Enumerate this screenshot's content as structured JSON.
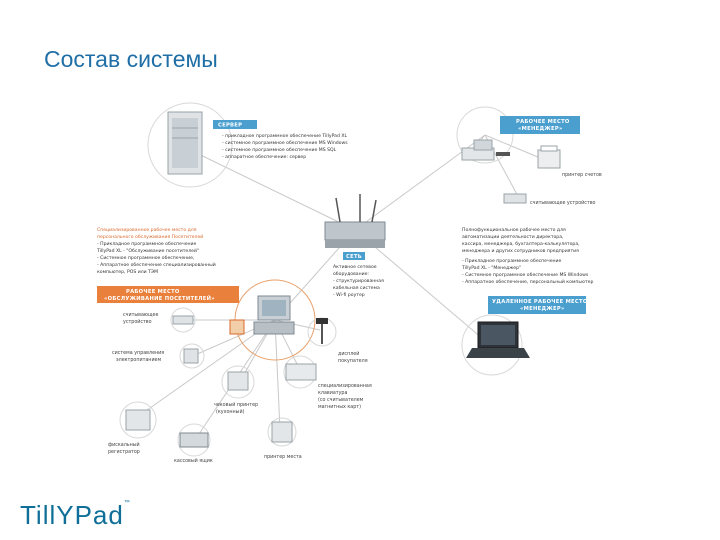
{
  "title": "Состав системы",
  "logo": "TillYPad",
  "logo_mark": "™",
  "colors": {
    "title": "#1f6fa6",
    "blue": "#4a9fcf",
    "orange": "#e9803c",
    "line": "#c9c9c9"
  },
  "server": {
    "tag": "СЕРВЕР",
    "lines": [
      "- прикладное программное обеспечение TillyPad XL",
      "- системное программное обеспечение MS Windows",
      "- системное программное обеспечение MS SQL",
      "- аппаратное обеспечение: сервер"
    ]
  },
  "manager": {
    "tag1": "РАБОЧЕЕ МЕСТО",
    "tag2": "«МЕНЕДЖЕР»",
    "printer": "принтер счетов",
    "reader": "считывающее устройство"
  },
  "network": {
    "tag": "СЕТЬ",
    "lines": [
      "Активное сетевое",
      "оборудование:",
      "- структурированная",
      "кабельная система",
      "- Wi-fi роутер"
    ]
  },
  "left_block": {
    "lines": [
      "Специализированное рабочее место для",
      "персонального обслуживания Посетителей",
      "- Прикладное программное обеспечение",
      "TillyPad XL - \"Обслуживание посетителей\"",
      "- Системное программное обеспечение,",
      "- Аппаратное обеспечение специализированный",
      "компьютер, POS или ТЭМ"
    ]
  },
  "right_block": {
    "lines": [
      "Полнофункциональное рабочее место для",
      "автоматизации деятельности директора,",
      "кассира, менеджера, бухгалтера-калькулятора,",
      "менеджера и других сотрудников предприятия",
      "- Прикладное программное обеспечение",
      "TillyPad XL - \"Менеджер\"",
      "- Системное программное обеспечение MS Windows",
      "- Аппаратное обеспечение, персональный компьютер"
    ]
  },
  "visitor": {
    "tag1": "РАБОЧЕЕ МЕСТО",
    "tag2": "«ОБСЛУЖИВАНИЕ ПОСЕТИТЕЛЕЙ»"
  },
  "remote": {
    "tag1": "УДАЛЕННОЕ РАБОЧЕЕ МЕСТО",
    "tag2": "«МЕНЕДЖЕР»"
  },
  "peripherals": {
    "reader": [
      "считывающее",
      "устройство"
    ],
    "access": [
      "система управления",
      "электропитанием"
    ],
    "display": [
      "дисплей",
      "покупателя"
    ],
    "keyboard": [
      "специализированная",
      "клавиатура",
      "(со считывателем",
      "магнитных карт)"
    ],
    "receipt_printer": [
      "чековый принтер",
      "(кухонный)"
    ],
    "fiscal": [
      "фискальный",
      "регистратор"
    ],
    "cash_drawer": [
      "кассовый ящик"
    ],
    "place_printer": [
      "принтер места"
    ]
  }
}
